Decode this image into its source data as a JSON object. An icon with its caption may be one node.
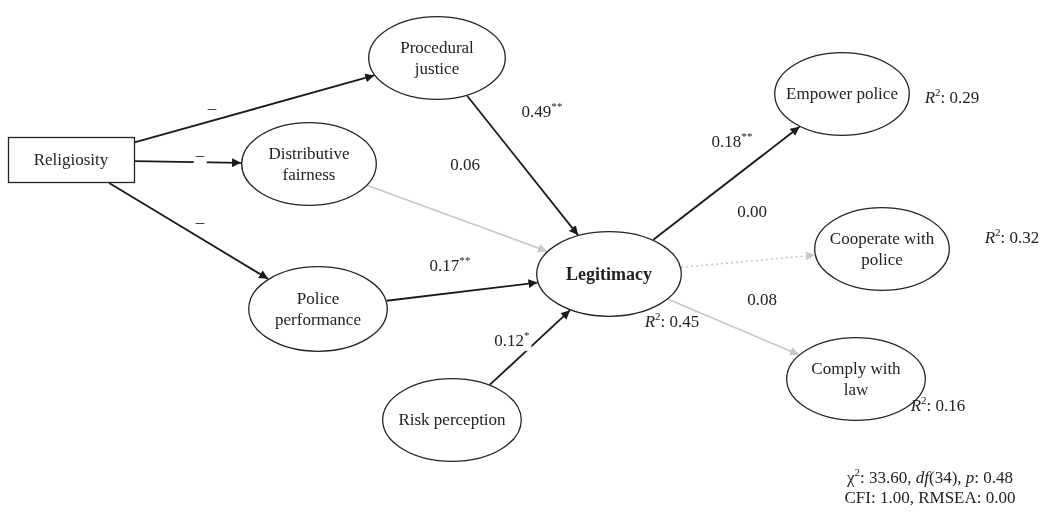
{
  "diagram": {
    "nodes": [
      {
        "text": [
          "Religiosity"
        ]
      },
      {
        "text": [
          "Procedural justice"
        ]
      },
      {
        "text": [
          "Distributive fairness"
        ]
      },
      {
        "text": [
          "Police performance"
        ]
      },
      {
        "text": [
          "Legitimacy"
        ],
        "beside": [
          "*R*$^{2}$: 0.45"
        ]
      },
      {
        "text": [
          "Risk perception"
        ]
      },
      {
        "text": [
          "Empower police"
        ],
        "beside": [
          "*R*$^{2}$: 0.29"
        ]
      },
      {
        "text": [
          "Cooperate with police"
        ],
        "beside": [
          "*R*$^{2}$: 0.32"
        ]
      },
      {
        "text": [
          "Comply with law"
        ],
        "beside": [
          "*R*$^{2}$: 0.16"
        ]
      }
    ],
    "edges": [
      {
        "from": 0,
        "to": 1,
        "arrow": "to",
        "label": "–"
      },
      {
        "from": 0,
        "to": 2,
        "arrow": "to",
        "label": "–"
      },
      {
        "from": 0,
        "to": 3,
        "arrow": "to",
        "label": "–"
      },
      {
        "from": 1,
        "to": 4,
        "arrow": "to",
        "label": "0.49$^{**}$"
      },
      {
        "from": 2,
        "to": 4,
        "arrow": "to",
        "label": "0.06",
        "color": "#c8c8c8"
      },
      {
        "from": 3,
        "to": 4,
        "arrow": "to",
        "label": "0.17$^{**}$"
      },
      {
        "from": 5,
        "to": 4,
        "arrow": "to",
        "label": "0.12$^{*}$"
      },
      {
        "from": 4,
        "to": 6,
        "arrow": "to",
        "label": "0.18$^{**}$"
      },
      {
        "from": 4,
        "to": 7,
        "arrow": "to",
        "label": "0.00",
        "style": "dashed",
        "color": "#c8c8c8"
      },
      {
        "from": 4,
        "to": 8,
        "arrow": "to",
        "label": "0.08",
        "color": "#c8c8c8"
      }
    ],
    "labels": [
      "χ$^{2}$: 33.60, *df*(34), *p*: 0.48",
      "CFI: 1.00, RMSEA: 0.00"
    ]
  }
}
